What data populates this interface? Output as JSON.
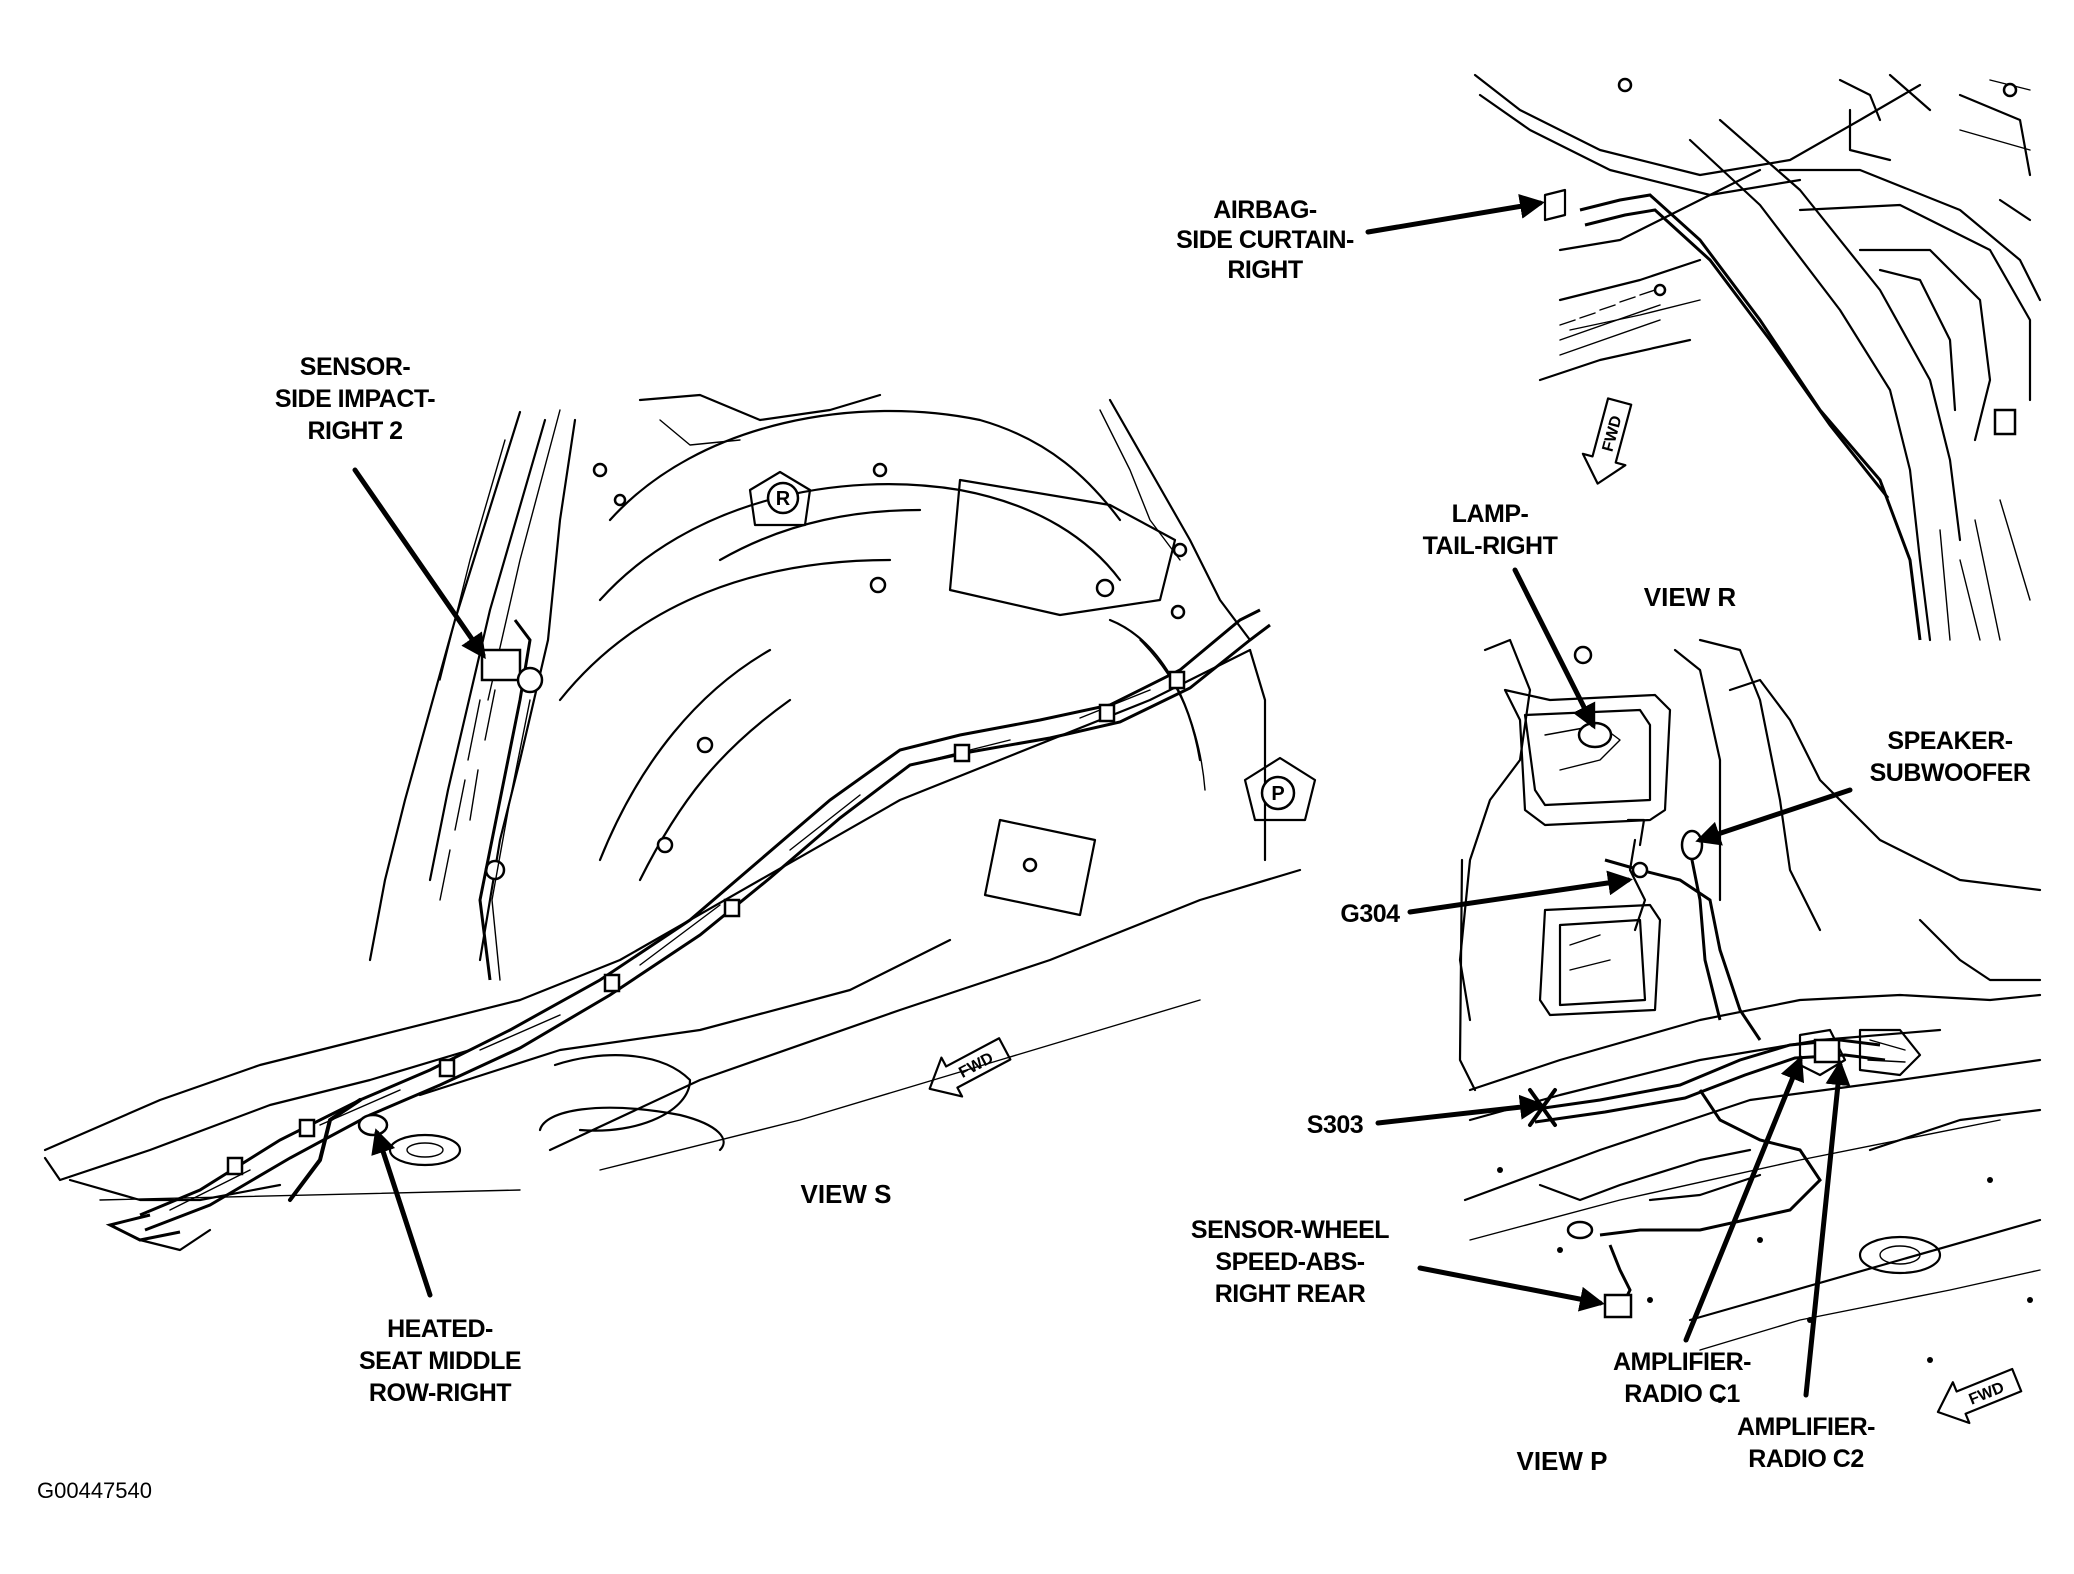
{
  "figure_id": "G00447540",
  "views": {
    "s": "VIEW S",
    "r": "VIEW R",
    "p": "VIEW P"
  },
  "view_markers": {
    "r": "R",
    "p": "P"
  },
  "fwd_label": "FWD",
  "callouts": {
    "airbag": [
      "AIRBAG-",
      "SIDE CURTAIN-",
      "RIGHT"
    ],
    "sensor_side_impact": [
      "SENSOR-",
      "SIDE IMPACT-",
      "RIGHT 2"
    ],
    "lamp_tail": [
      "LAMP-",
      "TAIL-RIGHT"
    ],
    "speaker": [
      "SPEAKER-",
      "SUBWOOFER"
    ],
    "g304": "G304",
    "s303": "S303",
    "sensor_wheel": [
      "SENSOR-WHEEL",
      "SPEED-ABS-",
      "RIGHT REAR"
    ],
    "amp_c1": [
      "AMPLIFIER-",
      "RADIO C1"
    ],
    "amp_c2": [
      "AMPLIFIER-",
      "RADIO C2"
    ],
    "heated_seat": [
      "HEATED-",
      "SEAT MIDDLE",
      "ROW-RIGHT"
    ]
  }
}
